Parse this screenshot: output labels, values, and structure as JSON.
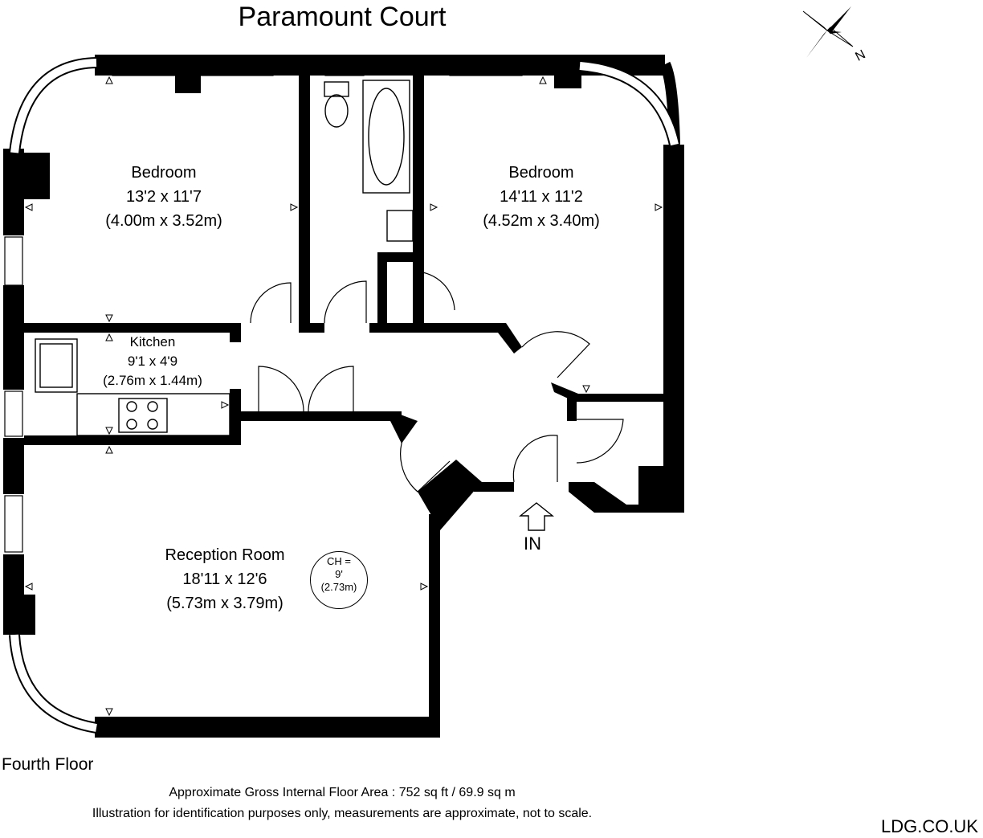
{
  "title": "Paramount Court",
  "compass": {
    "letter": "N",
    "icon": "compass-rose-icon"
  },
  "rooms": [
    {
      "name": "Bedroom",
      "imperial": "13'2 x 11'7",
      "metric": "(4.00m x 3.52m)"
    },
    {
      "name": "Bedroom",
      "imperial": "14'11 x 11'2",
      "metric": "(4.52m x 3.40m)"
    },
    {
      "name": "Kitchen",
      "imperial": "9'1 x 4'9",
      "metric": "(2.76m x 1.44m)"
    },
    {
      "name": "Reception Room",
      "imperial": "18'11 x 12'6",
      "metric": "(5.73m x 3.79m)"
    }
  ],
  "ceiling_height": {
    "line1": "CH =",
    "line2": "9'",
    "line3": "(2.73m)"
  },
  "entrance": {
    "label": "IN"
  },
  "floor_label": "Fourth Floor",
  "area_note": "Approximate Gross Internal Floor Area : 752 sq ft / 69.9 sq m",
  "disclaimer": "Illustration for identification purposes only, measurements are approximate, not to scale.",
  "brand": "LDG.CO.UK"
}
